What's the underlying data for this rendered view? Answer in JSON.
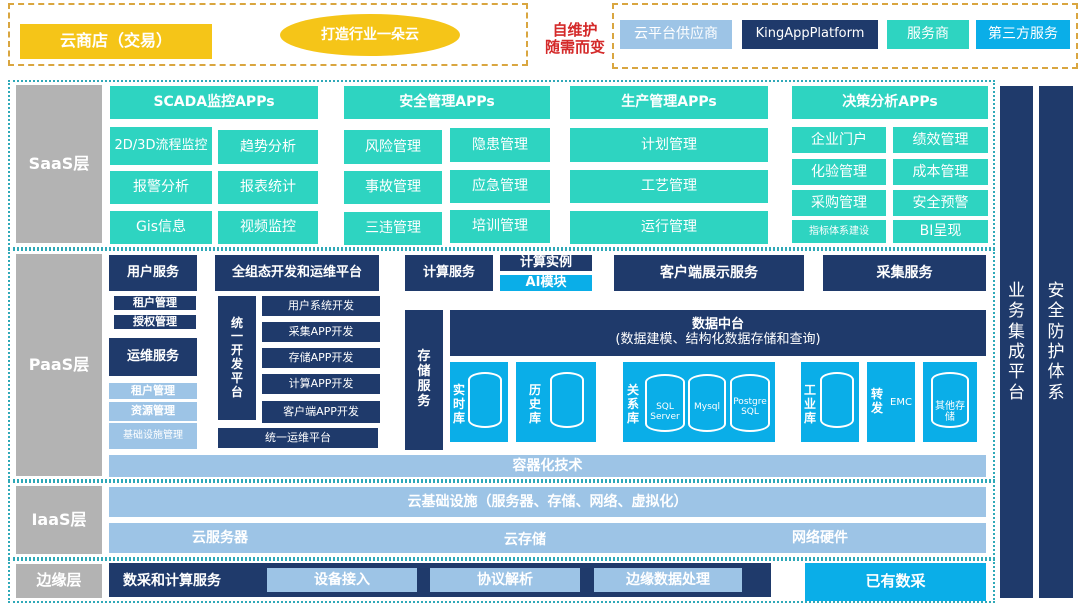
{
  "top": {
    "cloud_store": "云商店（交易）",
    "slogan": "打造行业一朵云",
    "self_maintain_line1": "自维护",
    "self_maintain_line2": "随需而变",
    "providers": [
      "云平台供应商",
      "KingAppPlatform",
      "服务商",
      "第三方服务"
    ]
  },
  "layers": {
    "saas": "SaaS层",
    "paas": "PaaS层",
    "iaas": "IaaS层",
    "edge": "边缘层"
  },
  "saas": {
    "scada": {
      "title": "SCADA监控APPs",
      "items": [
        "2D/3D流程监控",
        "趋势分析",
        "报警分析",
        "报表统计",
        "Gis信息",
        "视频监控"
      ]
    },
    "safety": {
      "title": "安全管理APPs",
      "items": [
        "风险管理",
        "隐患管理",
        "事故管理",
        "应急管理",
        "三违管理",
        "培训管理"
      ]
    },
    "production": {
      "title": "生产管理APPs",
      "items": [
        "计划管理",
        "工艺管理",
        "运行管理"
      ]
    },
    "decision": {
      "title": "决策分析APPs",
      "items": [
        "企业门户",
        "绩效管理",
        "化验管理",
        "成本管理",
        "采购管理",
        "安全预警",
        "指标体系建设",
        "BI呈现"
      ]
    }
  },
  "paas": {
    "user_service": "用户服务",
    "tenant_mgmt": "租户管理",
    "auth_mgmt": "授权管理",
    "ops_service": "运维服务",
    "tenant_mgmt2": "租户管理",
    "resource_mgmt": "资源管理",
    "infra_mgmt": "基础设施管理",
    "devops_platform": "全组态开发和运维平台",
    "unified_dev": "统一开发平台",
    "dev_items": [
      "用户系统开发",
      "采集APP开发",
      "存储APP开发",
      "计算APP开发",
      "客户端APP开发"
    ],
    "unified_ops": "统一运维平台",
    "compute_service": "计算服务",
    "compute_instance": "计算实例",
    "ai_module": "AI模块",
    "client_display": "客户端展示服务",
    "collect_service": "采集服务",
    "storage_service": "存储服务",
    "data_center_title": "数据中台",
    "data_center_sub": "(数据建模、结构化数据存储和查询)",
    "realtime_db": "实时库",
    "history_db": "历史库",
    "relational_db": "关系库",
    "sql_server": "SQL Server",
    "mysql": "Mysql",
    "postgre": "Postgre SQL",
    "industrial_db": "工业库",
    "forward": "转发",
    "emc": "EMC",
    "other_storage": "其他存储",
    "container": "容器化技术"
  },
  "iaas": {
    "infra": "云基础设施（服务器、存储、网络、虚拟化）",
    "cloud_server": "云服务器",
    "cloud_storage": "云存储",
    "network_hw": "网络硬件"
  },
  "edge": {
    "collect_compute": "数采和计算服务",
    "device_access": "设备接入",
    "protocol_parse": "协议解析",
    "edge_data": "边缘数据处理",
    "existing_collect": "已有数采"
  },
  "side": {
    "biz_platform": "业务集成平台",
    "security": "安全防护体系"
  }
}
